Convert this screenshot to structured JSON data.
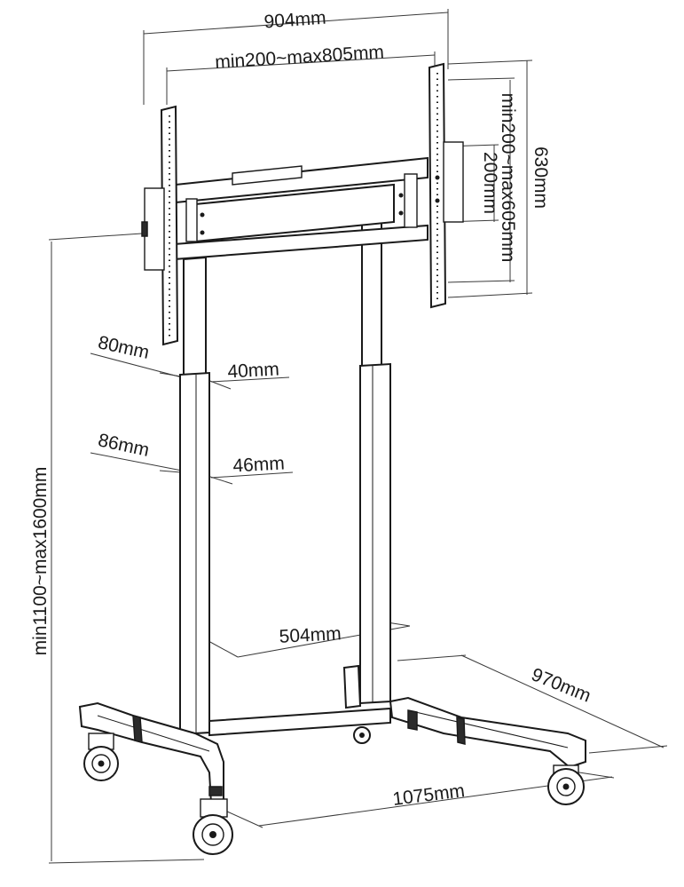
{
  "dimensions": {
    "overall_width": "904mm",
    "vesa_horizontal": "min200~max805mm",
    "overall_height": "630mm",
    "vesa_vertical": "min200~max605mm",
    "bracket_height": "200mm",
    "upper_column_depth": "80mm",
    "upper_column_width": "40mm",
    "lower_column_depth": "86mm",
    "lower_column_width": "46mm",
    "column_spacing": "504mm",
    "base_depth": "970mm",
    "base_width": "1075mm",
    "height_range": "min1100~max1600mm"
  }
}
